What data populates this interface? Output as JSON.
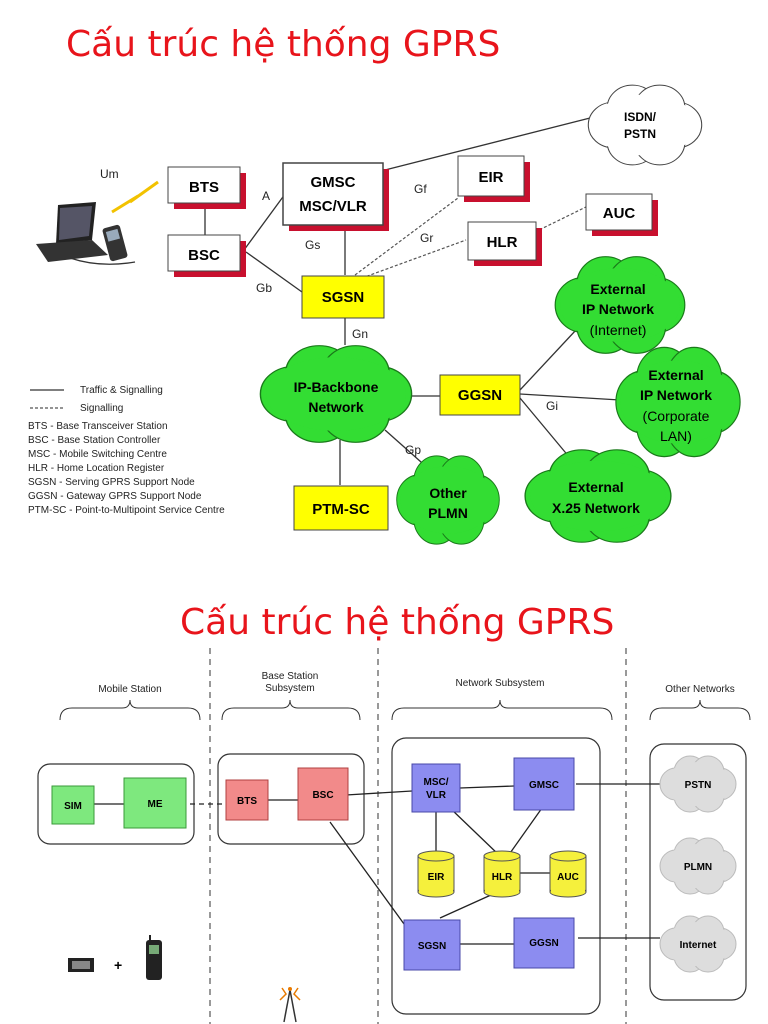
{
  "slide1": {
    "title": "Cấu trúc hệ thống GPRS",
    "nodes": {
      "bts": "BTS",
      "bsc": "BSC",
      "gmsc_line1": "GMSC",
      "gmsc_line2": "MSC/VLR",
      "eir": "EIR",
      "auc": "AUC",
      "hlr": "HLR",
      "sgsn": "SGSN",
      "ggsn": "GGSN",
      "ptmsc": "PTM-SC"
    },
    "clouds": {
      "isdn_line1": "ISDN/",
      "isdn_line2": "PSTN",
      "ipbb_line1": "IP-Backbone",
      "ipbb_line2": "Network",
      "ext_ip_line1": "External",
      "ext_ip_line2": "IP Network",
      "ext_ip_line3": "(Internet)",
      "ext_corp_line1": "External",
      "ext_corp_line2": "IP Network",
      "ext_corp_line3": "(Corporate",
      "ext_corp_line4": "LAN)",
      "x25_line1": "External",
      "x25_line2": "X.25 Network",
      "plmn_line1": "Other",
      "plmn_line2": "PLMN"
    },
    "interfaces": {
      "um": "Um",
      "a": "A",
      "gs": "Gs",
      "gf": "Gf",
      "gr": "Gr",
      "gb": "Gb",
      "gn": "Gn",
      "gp": "Gp",
      "gi": "Gi"
    },
    "legend": {
      "traffic": "Traffic & Signalling",
      "signalling": "Signalling",
      "items": [
        "BTS - Base Transceiver Station",
        "BSC - Base Station Controller",
        "MSC - Mobile Switching Centre",
        "HLR - Home Location Register",
        "SGSN - Serving GPRS Support Node",
        "GGSN - Gateway GPRS Support Node",
        "PTM-SC - Point-to-Multipoint Service Centre"
      ]
    }
  },
  "slide2": {
    "title": "Cấu trúc hệ thống GPRS",
    "sections": {
      "mobile": "Mobile Station",
      "bss_line1": "Base Station",
      "bss_line2": "Subsystem",
      "nss": "Network Subsystem",
      "other": "Other Networks"
    },
    "blocks": {
      "sim": "SIM",
      "me": "ME",
      "bts": "BTS",
      "bsc": "BSC",
      "msc_line1": "MSC/",
      "msc_line2": "VLR",
      "gmsc": "GMSC",
      "sgsn": "SGSN",
      "ggsn": "GGSN"
    },
    "databases": {
      "eir": "EIR",
      "hlr": "HLR",
      "auc": "AUC"
    },
    "clouds": {
      "pstn": "PSTN",
      "plmn": "PLMN",
      "internet": "Internet"
    },
    "plus": "+"
  },
  "colors": {
    "title": "#e8141b",
    "yellow_box": "#ffff00",
    "cloud_green": "#33dd33",
    "box_shadow": "#c8102e",
    "green_block": "#7ee87e",
    "red_block": "#f28a8a",
    "blue_block": "#8c8cf0",
    "cylinder": "#f5f03c",
    "grey_cloud": "#dddddd"
  }
}
